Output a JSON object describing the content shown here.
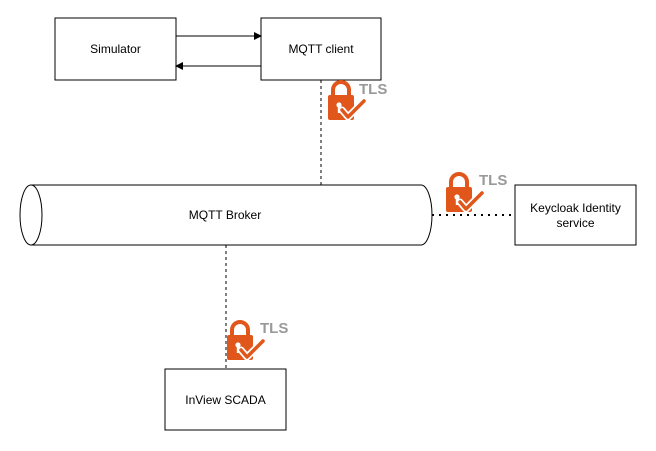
{
  "nodes": {
    "simulator": {
      "label": "Simulator"
    },
    "mqtt_client": {
      "label": "MQTT client"
    },
    "mqtt_broker": {
      "label": "MQTT Broker"
    },
    "keycloak": {
      "line1": "Keycloak Identity",
      "line2": "service"
    },
    "inview_scada": {
      "label": "InView SCADA"
    }
  },
  "tls": {
    "label": "TLS",
    "text_color": "#999999",
    "lock_color": "#e0561b"
  }
}
